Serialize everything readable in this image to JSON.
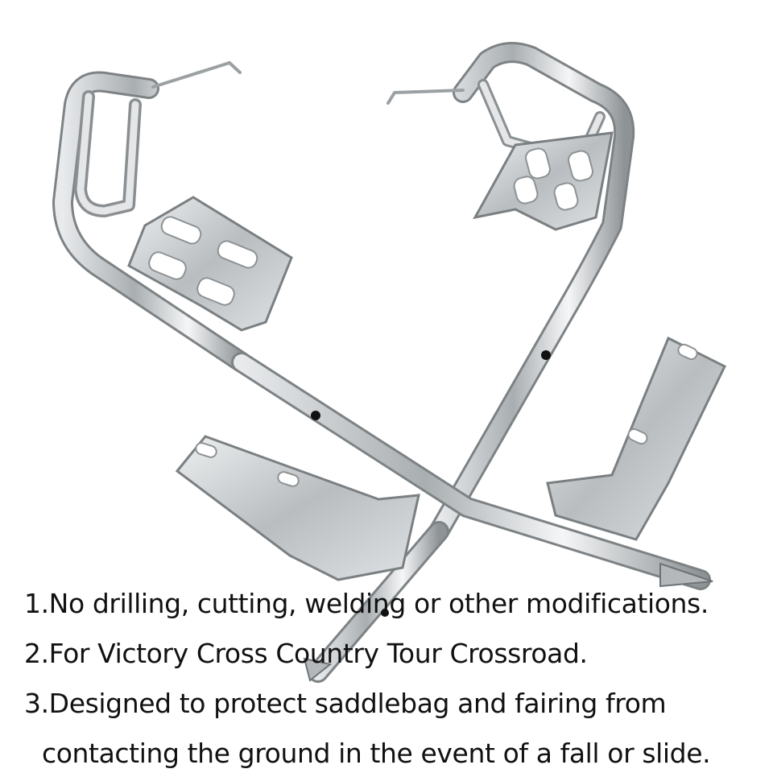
{
  "product": {
    "image_subject": "chrome-saddlebag-guard-bracket",
    "colors": {
      "background": "#ffffff",
      "chrome_light": "#f2f3f4",
      "chrome_mid": "#bfc3c6",
      "chrome_dark": "#6e7377",
      "text": "#111111"
    }
  },
  "features": [
    "1.No drilling, cutting, welding or other modifications.",
    "2.For Victory Cross Country Tour Crossroad.",
    "3.Designed to protect saddlebag and fairing from",
    "contacting the ground in the event of a fall or slide."
  ]
}
